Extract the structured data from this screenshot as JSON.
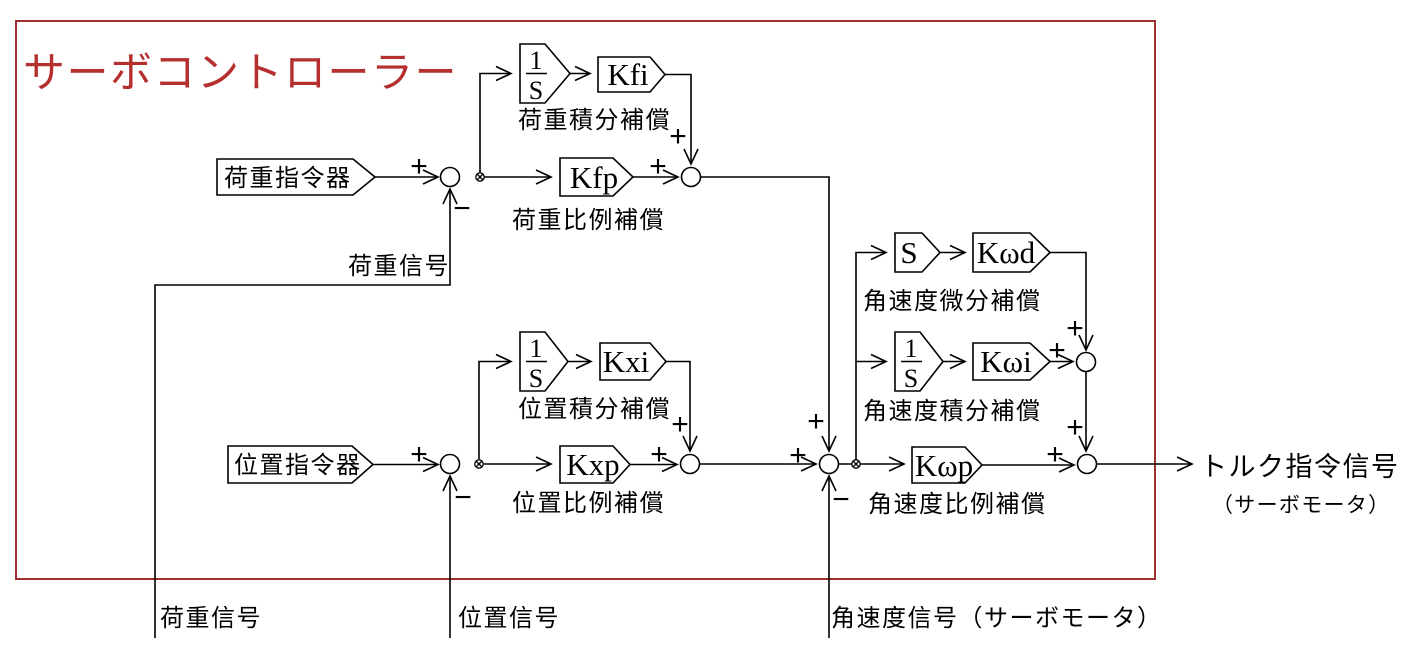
{
  "title": "サーボコントローラー",
  "colors": {
    "frame_red": "#9e2f2f",
    "title_red": "#b52f2f",
    "line_black": "#000000",
    "background": "#ffffff"
  },
  "signs": {
    "plus": "+",
    "minus": "−"
  },
  "sources": {
    "load_command": "荷重指令器",
    "position_command": "位置指令器"
  },
  "blocks": {
    "integrator_numerator": "1",
    "integrator_denominator": "S",
    "differentiator": "S",
    "load_integral_gain": "Kfi",
    "load_proportional_gain": "Kfp",
    "position_integral_gain": "Kxi",
    "position_proportional_gain": "Kxp",
    "angular_velocity_derivative_gain": "Kωd",
    "angular_velocity_integral_gain": "Kωi",
    "angular_velocity_proportional_gain": "Kωp"
  },
  "labels": {
    "load_integral_compensation": "荷重積分補償",
    "load_proportional_compensation": "荷重比例補償",
    "position_integral_compensation": "位置積分補償",
    "position_proportional_compensation": "位置比例補償",
    "angular_velocity_derivative_compensation": "角速度微分補償",
    "angular_velocity_integral_compensation": "角速度積分補償",
    "angular_velocity_proportional_compensation": "角速度比例補償",
    "load_signal_inner": "荷重信号",
    "load_signal_bottom": "荷重信号",
    "position_signal_bottom": "位置信号",
    "angular_velocity_signal_bottom": "角速度信号（サーボモータ）",
    "output_signal_line1": "トルク指令信号",
    "output_signal_line2": "（サーボモータ）"
  }
}
